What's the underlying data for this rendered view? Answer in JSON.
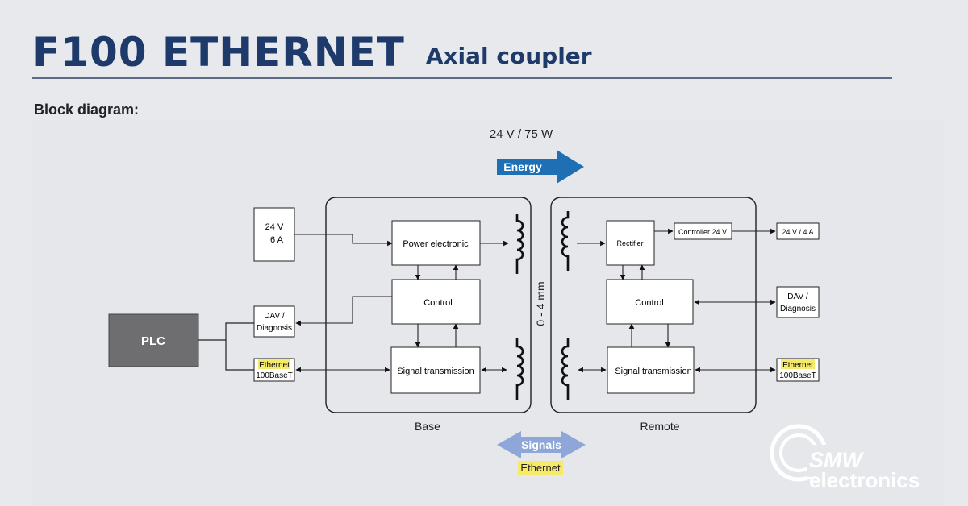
{
  "header": {
    "title": "F100 ETHERNET",
    "subtitle": "Axial coupler"
  },
  "section": {
    "label": "Block diagram:"
  },
  "diagram": {
    "energy_spec": "24 V / 75 W",
    "energy_label": "Energy",
    "signals_label": "Signals",
    "signals_sub": "Ethernet",
    "gap_label": "0 - 4 mm",
    "base_label": "Base",
    "remote_label": "Remote",
    "plc": "PLC",
    "supply_line1": "24 V",
    "supply_line2": "6 A",
    "dav_line1": "DAV /",
    "dav_line2": "Diagnosis",
    "eth_line1": "Ethernet",
    "eth_line2": "100BaseT",
    "power_electronic": "Power electronic",
    "control": "Control",
    "signal_transmission": "Signal transmission",
    "rectifier": "Rectifier",
    "controller24": "Controller 24 V",
    "out_supply": "24 V / 4 A",
    "colors": {
      "energy_arrow": "#1f6fb5",
      "signals_arrow": "#8ea7d8",
      "highlight": "#f6ea6b",
      "plc_fill": "#6e6e70",
      "title": "#1d3a6b"
    }
  },
  "logo": {
    "line1": "SMW",
    "line2": "electronics"
  }
}
